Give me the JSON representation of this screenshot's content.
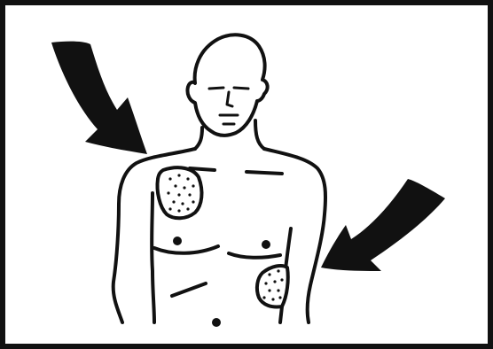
{
  "diagram": {
    "ink_color": "#111111",
    "background_color": "#ffffff",
    "icons": [
      "torso-outline-icon",
      "electrode-pad-icon",
      "curved-arrow-icon"
    ],
    "pads": [
      "upper-right-chest-pad",
      "lower-left-side-pad"
    ],
    "arrows": [
      "arrow-upper-left",
      "arrow-lower-right"
    ]
  }
}
